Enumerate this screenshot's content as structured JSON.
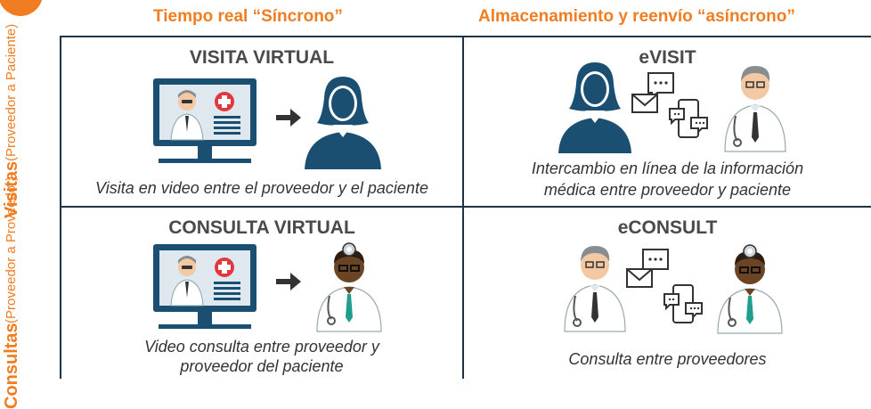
{
  "header": {
    "col_sync": "Tiempo real “Síncrono”",
    "col_async": "Almacenamiento y reenvío “asíncrono”"
  },
  "rows": {
    "visitas": {
      "label": "Visitas",
      "sub": "(Proveedor a Paciente)"
    },
    "consultas": {
      "label": "Consultas",
      "sub": "(Proveedor a Proveedor)"
    }
  },
  "cells": {
    "visita_virtual": {
      "title": "VISITA VIRTUAL",
      "caption": "Visita en video entre el proveedor y el paciente"
    },
    "evisit": {
      "title": "eVISIT",
      "caption_1": "Intercambio en línea de la información",
      "caption_2": "médica entre proveedor y paciente"
    },
    "consulta_virtual": {
      "title": "CONSULTA VIRTUAL",
      "caption_1": "Video consulta entre proveedor y",
      "caption_2": "proveedor del paciente"
    },
    "econsult": {
      "title": "eCONSULT",
      "caption": "Consulta entre proveedores"
    }
  },
  "colors": {
    "accent": "#f07d22",
    "navy": "#1b4f72",
    "dark": "#1b3447"
  },
  "icons": [
    "computer-doctor-icon",
    "arrow-right-icon",
    "patient-icon",
    "doctor-icon",
    "chat-bubble-icon",
    "envelope-icon",
    "phone-chat-icon",
    "doctor-headlamp-icon"
  ]
}
